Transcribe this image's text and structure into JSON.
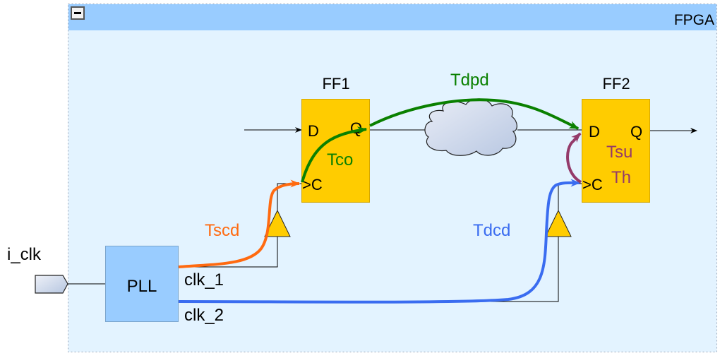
{
  "container": {
    "title": "FPGA",
    "collapse_icon": "minus-square-icon"
  },
  "input_port": {
    "label": "i_clk",
    "icon": "input-port-pentagon-icon"
  },
  "pll": {
    "label": "PLL",
    "outputs": [
      "clk_1",
      "clk_2"
    ]
  },
  "ff1": {
    "title": "FF1",
    "pins": {
      "d": "D",
      "q": "Q",
      "c": ">C"
    }
  },
  "ff2": {
    "title": "FF2",
    "pins": {
      "d": "D",
      "q": "Q",
      "c": ">C"
    }
  },
  "timing_labels": {
    "tscd": "Tscd",
    "tco": "Tco",
    "tdpd": "Tdpd",
    "tdcd": "Tdcd",
    "tsu": "Tsu",
    "th": "Th"
  },
  "colors": {
    "header_bg": "#99ccff",
    "container_bg": "#e3f3ff",
    "ff_fill": "#ffcc00",
    "pll_fill": "#99ccff",
    "tscd": "#ff6a10",
    "tco": "#0a8000",
    "tdpd": "#0a8000",
    "tdcd": "#3a6cf0",
    "tsu_th": "#943a6a"
  }
}
